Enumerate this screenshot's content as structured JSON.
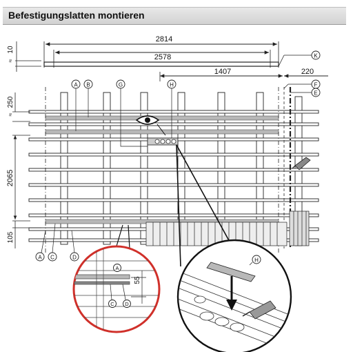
{
  "title": "Befestigungslatten montieren",
  "dimensions": {
    "overall_width": "2814",
    "inner_width": "2578",
    "top_offset": "10",
    "partial_width": "1407",
    "right_offset": "220",
    "top_lath_spacing": "250",
    "height": "2065",
    "bottom_offset": "105",
    "detail_offset": "55"
  },
  "approx_symbol": "≈",
  "callouts": {
    "A": "A",
    "B": "B",
    "C": "C",
    "D": "D",
    "E": "E",
    "F": "F",
    "G": "G",
    "H": "H",
    "K": "K"
  },
  "colors": {
    "line": "#222222",
    "lath_grey": "#b8b8b8",
    "detail_circle": "#d0302a",
    "panel_bg": "#ffffff"
  },
  "icons": [
    "eye-icon",
    "glue-tube-icon",
    "arrow-down-icon"
  ]
}
